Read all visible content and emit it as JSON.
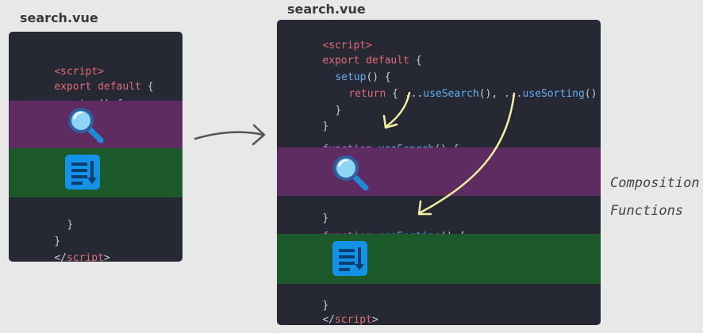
{
  "left": {
    "title": "search.vue",
    "lines": {
      "script_open": "<script>",
      "export_kw": "export",
      "default_kw": "default",
      "brace_open": "{",
      "setup_fn": "setup",
      "setup_rest": "() {",
      "close1": "}",
      "close2": "}",
      "script_close_lt": "</",
      "script_close_tag": "script",
      "script_close_gt": ">"
    }
  },
  "right": {
    "title": "search.vue",
    "lines": {
      "script_open": "<script>",
      "export_kw": "export",
      "default_kw": "default",
      "brace_open": "{",
      "setup_fn": "setup",
      "setup_rest": "() {",
      "return_kw": "return",
      "return_open": "{ ...",
      "use_search_call": "useSearch",
      "return_mid": "(), ...",
      "use_sorting_call": "useSorting",
      "return_end": "() }",
      "inner_close": "}",
      "outer_close": "}",
      "function_kw_1": "function",
      "use_search_def": "useSearch",
      "def_rest_1": "() {",
      "close_search": "}",
      "function_kw_2": "function",
      "use_sorting_def": "useSorting",
      "def_rest_2": "() {",
      "close_sorting": "}",
      "script_close_lt": "</",
      "script_close_tag": "script",
      "script_close_gt": ">"
    }
  },
  "labels": {
    "composition": "Composition",
    "functions": "Functions"
  },
  "icons": {
    "search": "magnifier-icon",
    "sort": "sort-list-icon"
  },
  "colors": {
    "purple_band": "#5e2c60",
    "green_band": "#1c5a2c",
    "panel_bg": "#262833",
    "arrow_yellow": "#f3f0a0"
  }
}
